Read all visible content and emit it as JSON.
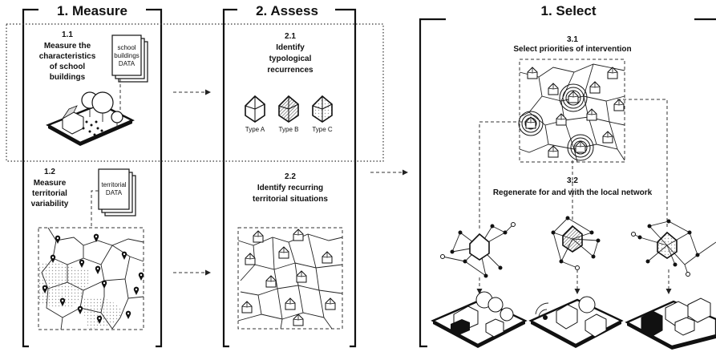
{
  "columns": [
    {
      "heading": "1. Measure"
    },
    {
      "heading": "2. Assess"
    },
    {
      "heading": "1. Select"
    }
  ],
  "steps": {
    "s11": {
      "num": "1.1",
      "lines": [
        "Measure the",
        "characteristics",
        "of school",
        "buildings"
      ]
    },
    "s12": {
      "num": "1.2",
      "lines": [
        "Measure",
        "territorial",
        "variability"
      ]
    },
    "s21": {
      "num": "2.1",
      "lines": [
        "Identify",
        "typological",
        "recurrences"
      ]
    },
    "s22": {
      "num": "2.2",
      "lines": [
        "Identify recurring",
        "territorial situations"
      ]
    },
    "s31": {
      "num": "3.1",
      "lines": [
        "Select priorities of intervention"
      ]
    },
    "s32": {
      "num": "3.2",
      "lines": [
        "Regenerate for and with the local network"
      ]
    }
  },
  "data_docs": {
    "school": [
      "school",
      "buildings",
      "DATA"
    ],
    "territorial": [
      "territorial",
      "DATA"
    ]
  },
  "types": [
    "Type A",
    "Type B",
    "Type C"
  ],
  "colors": {
    "ink": "#111111",
    "hatch": "#777777",
    "dots": "#9a9a9a"
  }
}
